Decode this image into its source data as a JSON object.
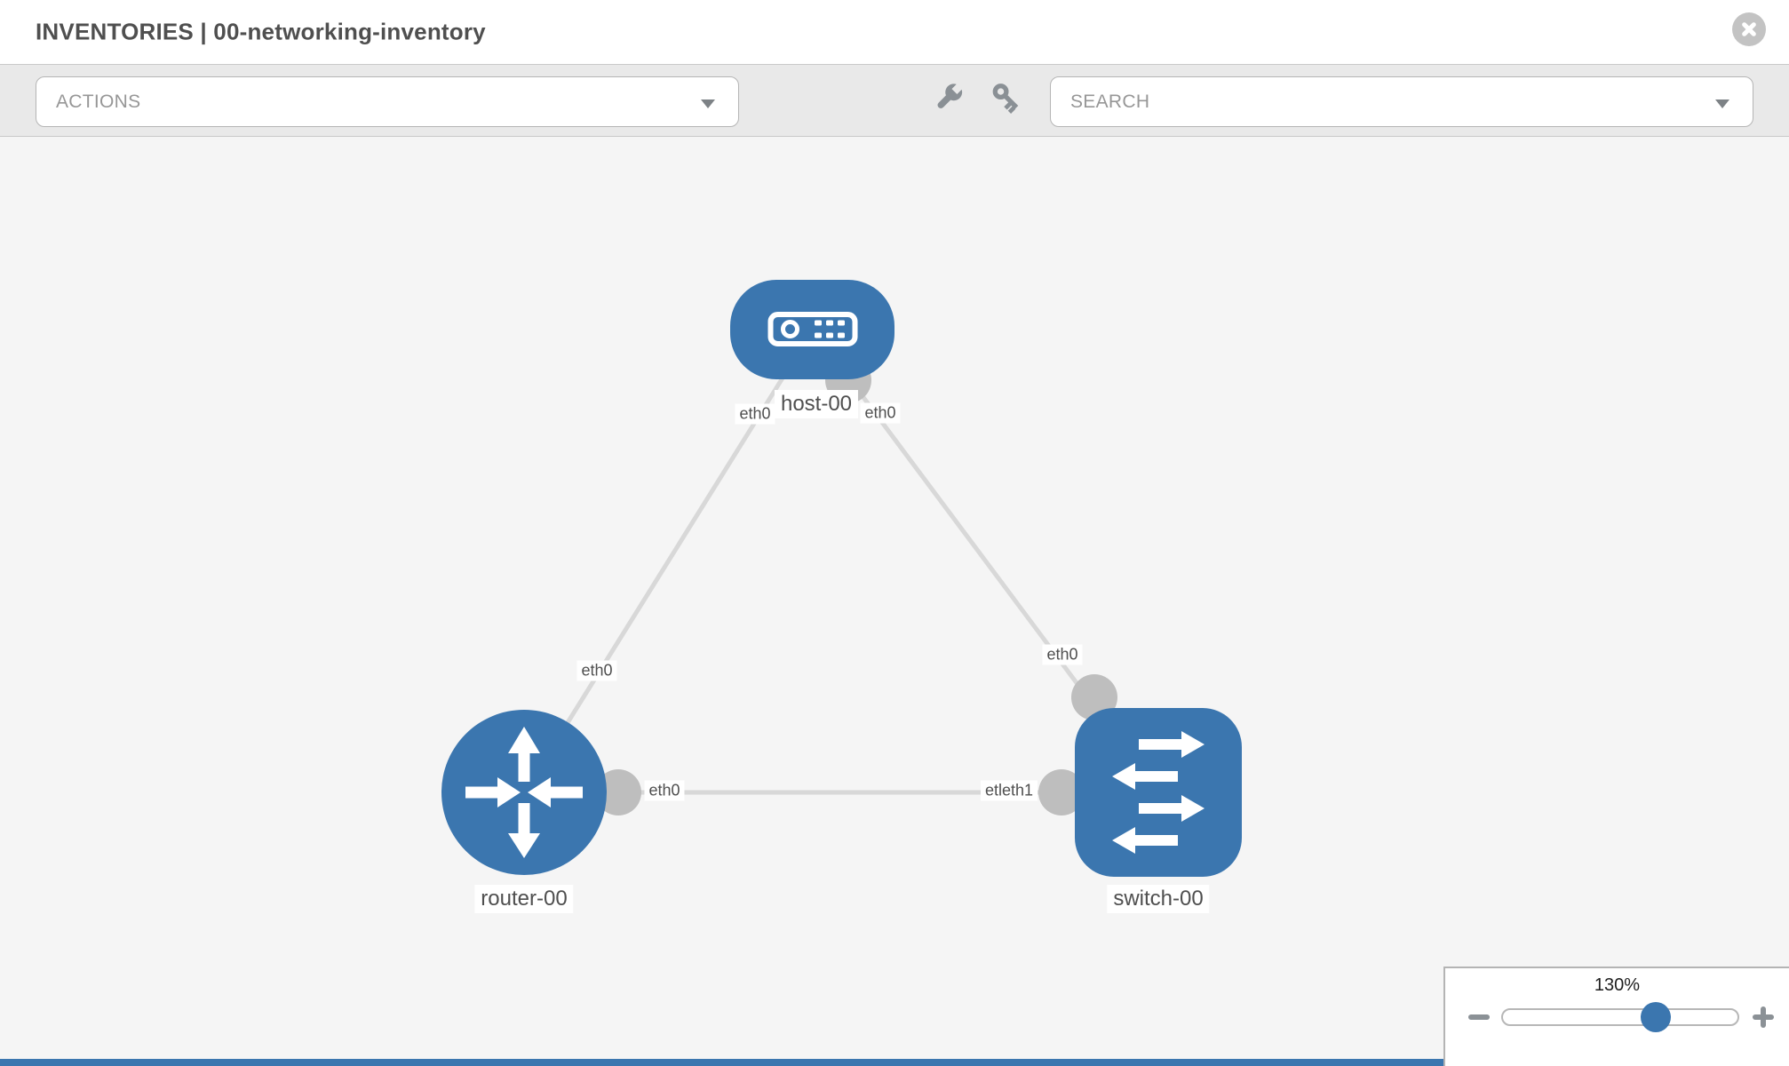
{
  "header": {
    "title": "INVENTORIES | 00-networking-inventory"
  },
  "toolbar": {
    "actions_dropdown": {
      "value": "ACTIONS"
    },
    "search_dropdown": {
      "value": "SEARCH"
    },
    "icons": [
      "wrench-icon",
      "key-icon"
    ]
  },
  "topology": {
    "nodes": [
      {
        "label": "host-00",
        "type": "host"
      },
      {
        "label": "router-00",
        "type": "router"
      },
      {
        "label": "switch-00",
        "type": "switch"
      }
    ],
    "links": [
      {
        "from": "host-00",
        "to": "router-00"
      },
      {
        "from": "host-00",
        "to": "switch-00"
      },
      {
        "from": "router-00",
        "to": "switch-00"
      }
    ],
    "interface_labels": [
      {
        "text": "eth0",
        "near": "host-00-left"
      },
      {
        "text": "eth0",
        "near": "host-00-right"
      },
      {
        "text": "eth0",
        "near": "router-00-top"
      },
      {
        "text": "eth0",
        "near": "switch-00-top"
      },
      {
        "text": "eth0",
        "near": "router-00-right"
      },
      {
        "text": "etleth1",
        "near": "switch-00-left"
      }
    ]
  },
  "zoom_control": {
    "value": "130%",
    "percent": 130
  },
  "colors": {
    "node_blue": "#3b76af",
    "link_gray": "#d8d8d8",
    "port_gray": "#bebebe",
    "icon_gray": "#8a9095",
    "accent_bar_blue": "#3b76af"
  }
}
